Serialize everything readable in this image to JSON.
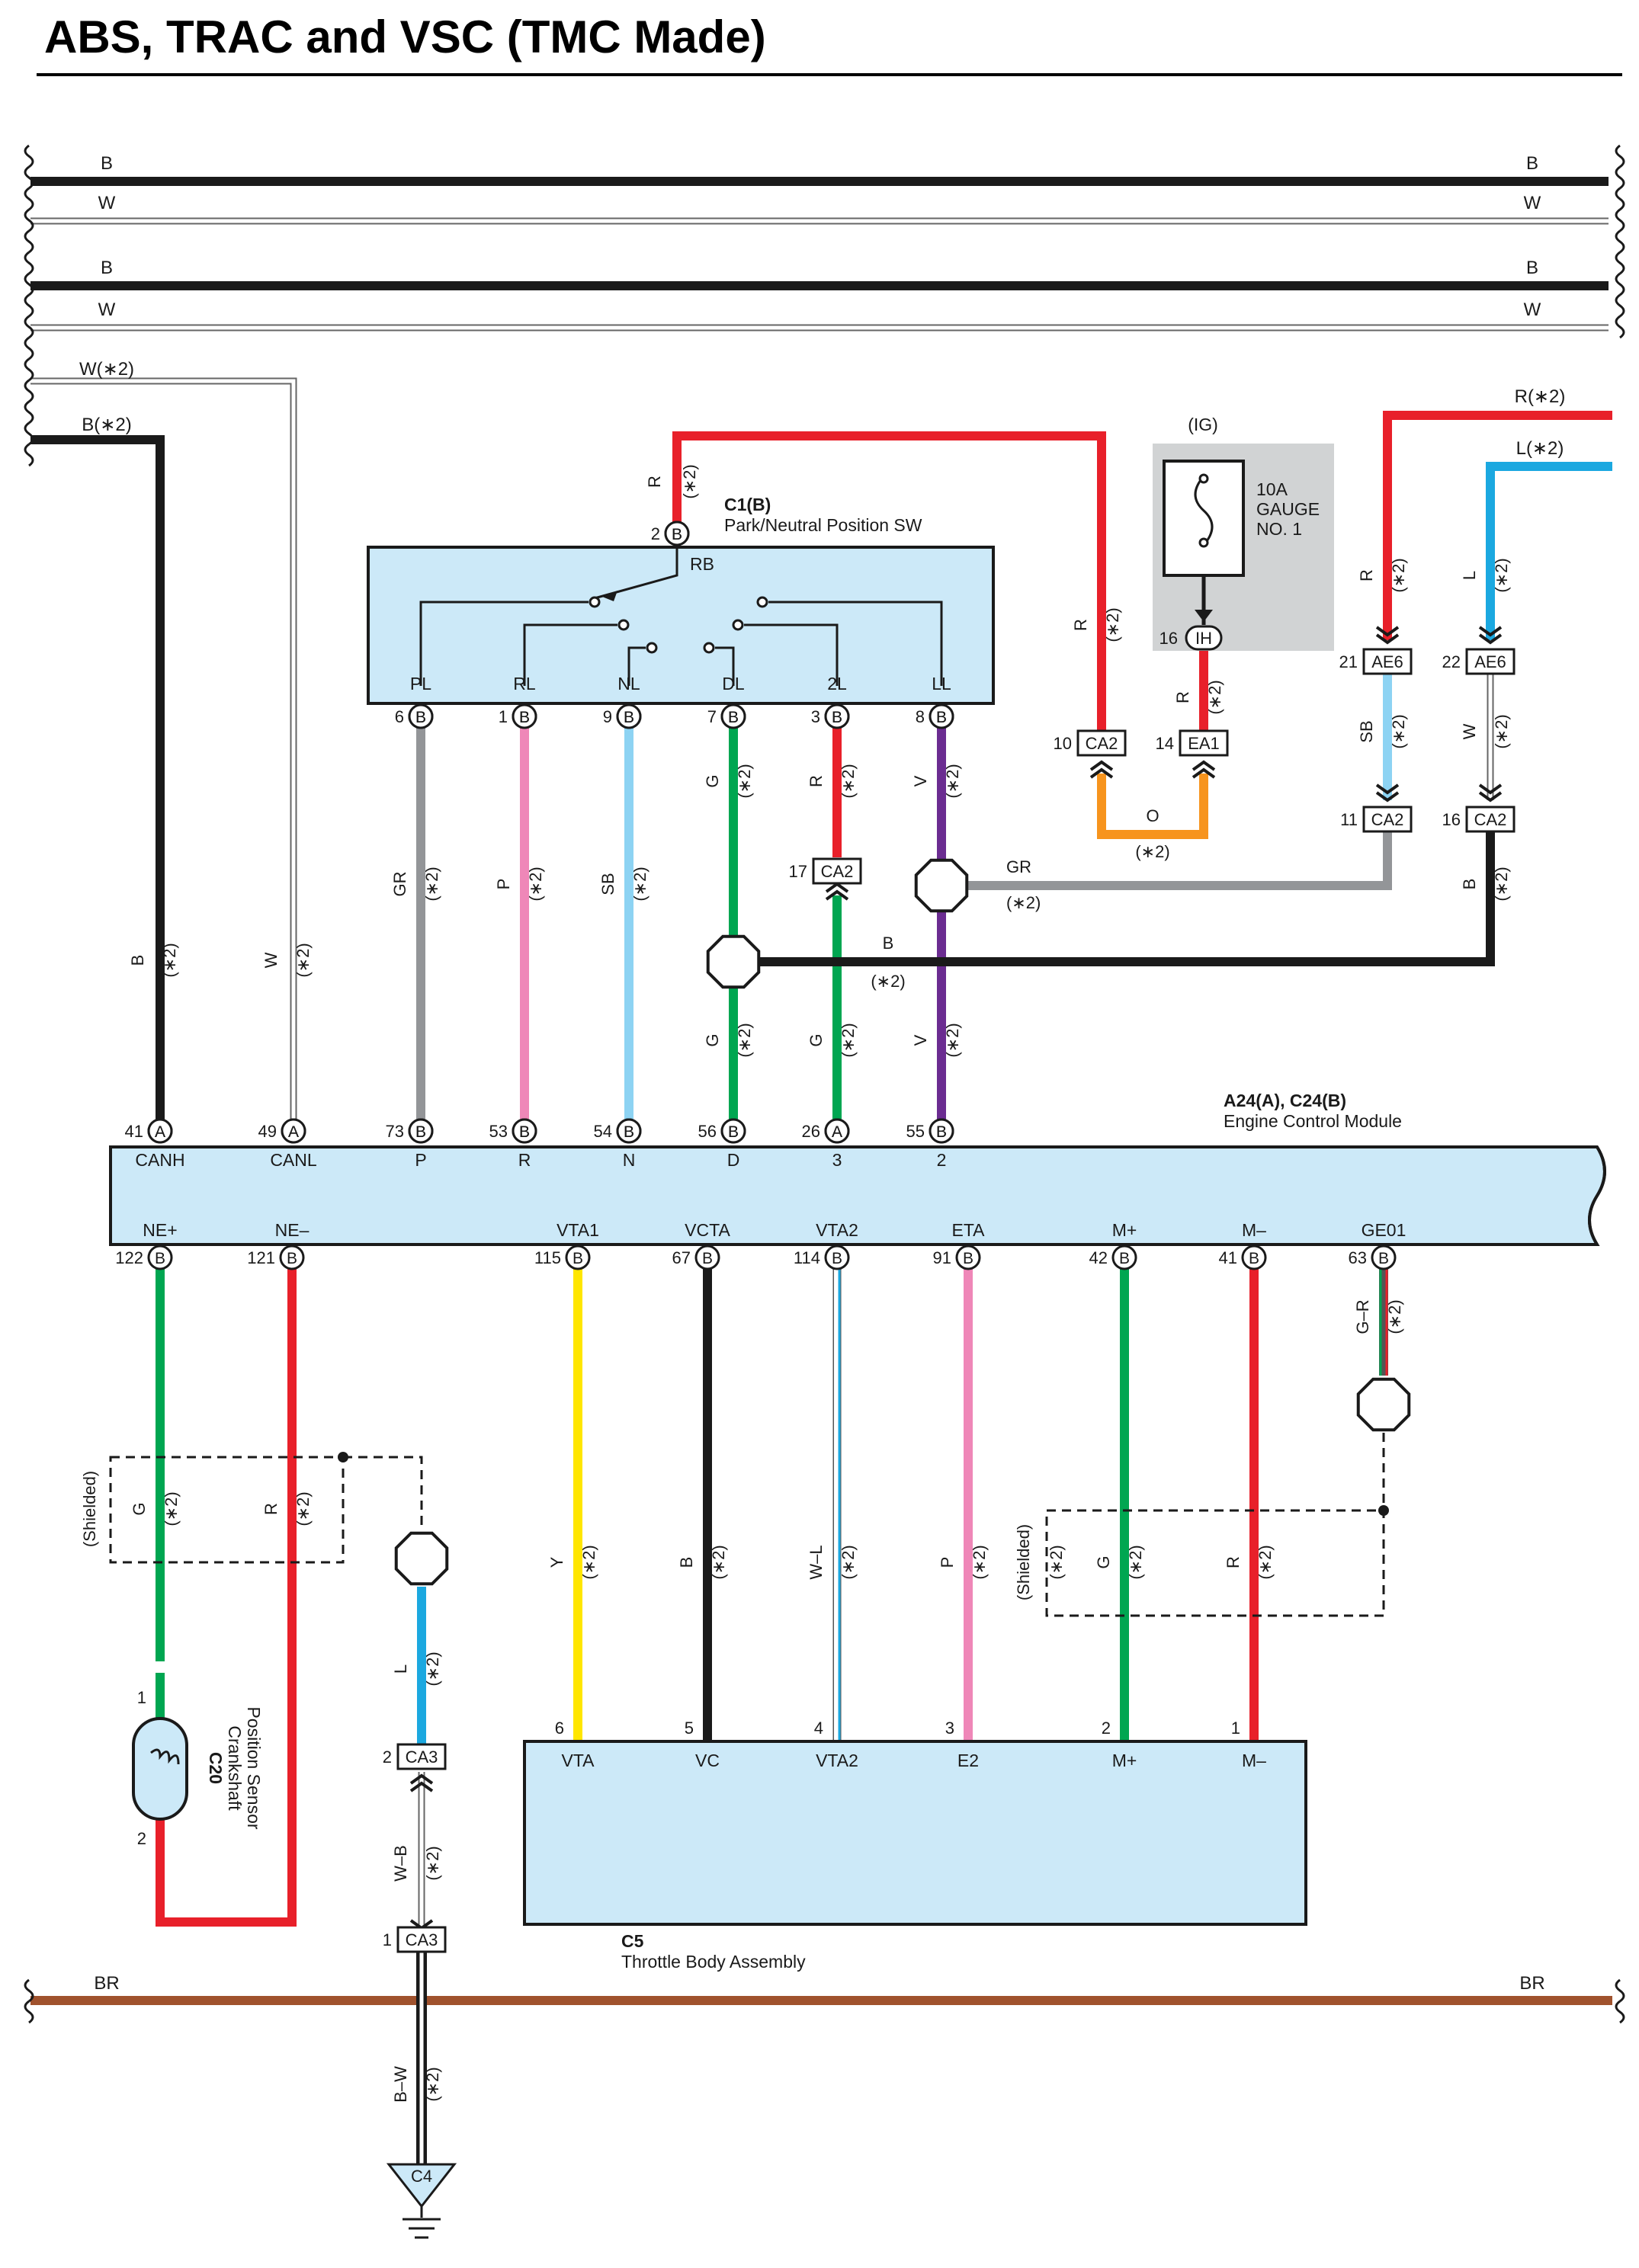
{
  "title": "ABS, TRAC and VSC (TMC Made)",
  "colors": {
    "B": "#1a1a1a",
    "W": "#ffffff",
    "R": "#e8202a",
    "G": "#00a651",
    "GR": "#939598",
    "P": "#ef87b8",
    "SB": "#8dd3f3",
    "V": "#6b2c91",
    "L": "#1ba8e0",
    "O": "#f7941d",
    "Y": "#ffe600",
    "BR": "#a0522d",
    "box_fill": "#cce9f8",
    "ig_fill": "#d1d3d4"
  },
  "bus_lines": [
    {
      "label_left": "B",
      "label_right": "B"
    },
    {
      "label_left": "W",
      "label_right": "W"
    },
    {
      "label_left": "B",
      "label_right": "B"
    },
    {
      "label_left": "W",
      "label_right": "W"
    }
  ],
  "bus_taps": [
    {
      "label": "W(∗2)"
    },
    {
      "label": "B(∗2)"
    }
  ],
  "park_neutral_sw": {
    "id": "C1(B)",
    "name": "Park/Neutral Position SW",
    "input_pin": {
      "num": "2",
      "conn": "B",
      "label": "RB"
    },
    "pins": [
      {
        "num": "6",
        "conn": "B",
        "label": "PL"
      },
      {
        "num": "1",
        "conn": "B",
        "label": "RL"
      },
      {
        "num": "9",
        "conn": "B",
        "label": "NL"
      },
      {
        "num": "7",
        "conn": "B",
        "label": "DL"
      },
      {
        "num": "3",
        "conn": "B",
        "label": "2L"
      },
      {
        "num": "8",
        "conn": "B",
        "label": "LL"
      }
    ]
  },
  "ig_fuse": {
    "circuit": "(IG)",
    "rating": "10A",
    "name_line1": "GAUGE",
    "name_line2": "NO. 1",
    "pin": "16",
    "conn": "IH"
  },
  "junctions": {
    "ca2_10": {
      "pin": "10",
      "conn": "CA2"
    },
    "ea1_14": {
      "pin": "14",
      "conn": "EA1"
    },
    "ae6_21": {
      "pin": "21",
      "conn": "AE6"
    },
    "ae6_22": {
      "pin": "22",
      "conn": "AE6"
    },
    "ca2_11": {
      "pin": "11",
      "conn": "CA2"
    },
    "ca2_16": {
      "pin": "16",
      "conn": "CA2"
    },
    "ca2_17": {
      "pin": "17",
      "conn": "CA2"
    },
    "ca3_2": {
      "pin": "2",
      "conn": "CA3"
    },
    "ca3_1": {
      "pin": "1",
      "conn": "CA3"
    },
    "c4": {
      "conn": "C4"
    }
  },
  "right_inputs": [
    {
      "label": "R(∗2)"
    },
    {
      "label": "L(∗2)"
    }
  ],
  "wire_labels": {
    "color": {
      "B": "B",
      "W": "W",
      "R": "R",
      "G": "G",
      "GR": "GR",
      "P": "P",
      "SB": "SB",
      "V": "V",
      "L": "L",
      "O": "O",
      "Y": "Y",
      "WL": "W–L",
      "GR_shield": "G–R",
      "WB": "W–B",
      "BW": "B–W"
    },
    "note": "(∗2)"
  },
  "ecm": {
    "id": "A24(A), C24(B)",
    "name": "Engine Control Module",
    "top_pins": [
      {
        "num": "41",
        "conn": "A",
        "label": "CANH"
      },
      {
        "num": "49",
        "conn": "A",
        "label": "CANL"
      },
      {
        "num": "73",
        "conn": "B",
        "label": "P"
      },
      {
        "num": "53",
        "conn": "B",
        "label": "R"
      },
      {
        "num": "54",
        "conn": "B",
        "label": "N"
      },
      {
        "num": "56",
        "conn": "B",
        "label": "D"
      },
      {
        "num": "26",
        "conn": "A",
        "label": "3"
      },
      {
        "num": "55",
        "conn": "B",
        "label": "2"
      }
    ],
    "bottom_pins": [
      {
        "num": "122",
        "conn": "B",
        "label": "NE+"
      },
      {
        "num": "121",
        "conn": "B",
        "label": "NE–"
      },
      {
        "num": "115",
        "conn": "B",
        "label": "VTA1"
      },
      {
        "num": "67",
        "conn": "B",
        "label": "VCTA"
      },
      {
        "num": "114",
        "conn": "B",
        "label": "VTA2"
      },
      {
        "num": "91",
        "conn": "B",
        "label": "ETA"
      },
      {
        "num": "42",
        "conn": "B",
        "label": "M+"
      },
      {
        "num": "41",
        "conn": "B",
        "label": "M–"
      },
      {
        "num": "63",
        "conn": "B",
        "label": "GE01"
      }
    ]
  },
  "crank_sensor": {
    "id": "C20",
    "line1": "Crankshaft",
    "line2": "Position Sensor",
    "pin1": "1",
    "pin2": "2"
  },
  "shielded_label": "(Shielded)",
  "throttle_body": {
    "id": "C5",
    "name": "Throttle Body Assembly",
    "pins": [
      {
        "num": "6",
        "label": "VTA"
      },
      {
        "num": "5",
        "label": "VC"
      },
      {
        "num": "4",
        "label": "VTA2"
      },
      {
        "num": "3",
        "label": "E2"
      },
      {
        "num": "2",
        "label": "M+"
      },
      {
        "num": "1",
        "label": "M–"
      }
    ]
  },
  "ground_bus": {
    "label_left": "BR",
    "label_right": "BR"
  }
}
